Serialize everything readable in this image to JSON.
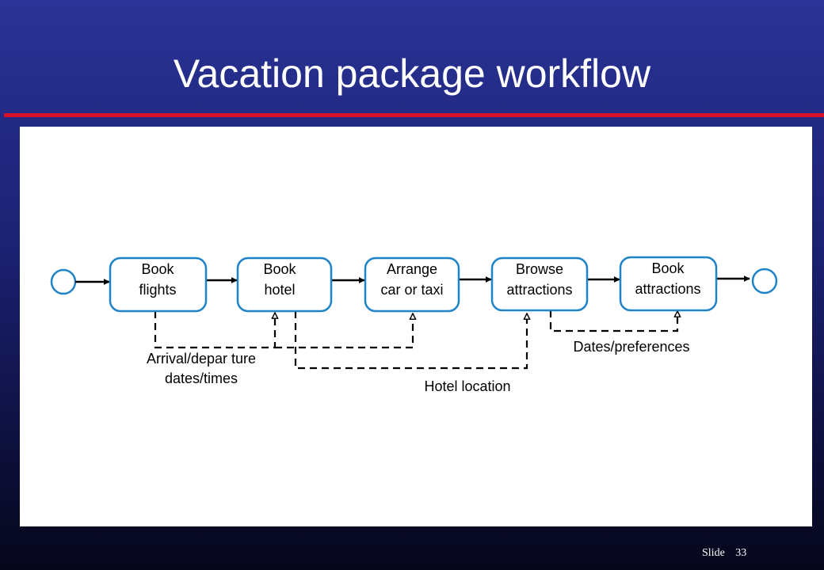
{
  "slide": {
    "title": "Vacation package workflow",
    "footer_label": "Slide",
    "footer_number": "33"
  },
  "diagram": {
    "tasks": [
      {
        "line1": "Book",
        "line2": "flights"
      },
      {
        "line1": "Book",
        "line2": "hotel"
      },
      {
        "line1": "Arrange",
        "line2": "car or taxi"
      },
      {
        "line1": "Browse",
        "line2": "attractions"
      },
      {
        "line1": "Book",
        "line2": "attractions"
      }
    ],
    "data_flows": [
      {
        "line1": "Arrival/depar ture",
        "line2": "dates/times"
      },
      {
        "line1": "Hotel location"
      },
      {
        "line1": "Dates/preferences"
      }
    ],
    "colors": {
      "node_stroke": "#1f83c8",
      "edge": "#000000",
      "title_rule": "#d8102a"
    }
  }
}
